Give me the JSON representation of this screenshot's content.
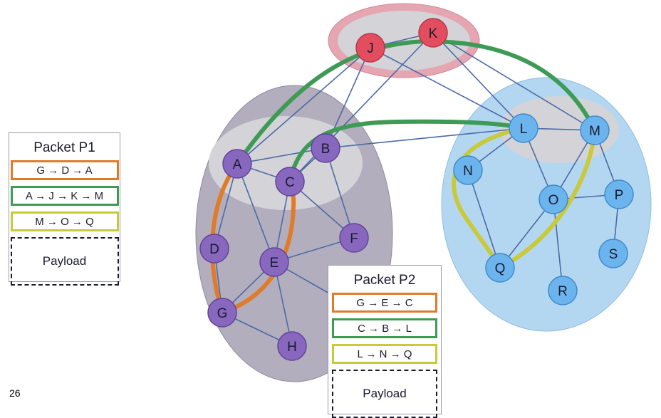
{
  "colors": {
    "purple_region": "#b3aebd",
    "blue_region": "#b4d7f1",
    "red_region": "#e5a5b1",
    "inner_region": "#d4d4d8",
    "purple_node": "#8867be",
    "blue_node": "#6cb4ee",
    "red_node": "#e24d5f",
    "edge": "#4b6aa6",
    "route_orange": "#e07b2a",
    "route_green": "#3e9b55",
    "route_yellow": "#c9c93a"
  },
  "nodes": {
    "J": "J",
    "K": "K",
    "A": "A",
    "B": "B",
    "C": "C",
    "D": "D",
    "E": "E",
    "F": "F",
    "G": "G",
    "H": "H",
    "L": "L",
    "M": "M",
    "N": "N",
    "O": "O",
    "P": "P",
    "Q": "Q",
    "R": "R",
    "S": "S"
  },
  "packet_p1": {
    "title": "Packet P1",
    "routes": [
      "G → D → A",
      "A → J → K → M",
      "M → O → Q"
    ],
    "payload": "Payload"
  },
  "packet_p2": {
    "title": "Packet P2",
    "routes": [
      "G → E → C",
      "C → B → L",
      "L → N → Q"
    ],
    "payload": "Payload"
  },
  "slide_number": "26"
}
